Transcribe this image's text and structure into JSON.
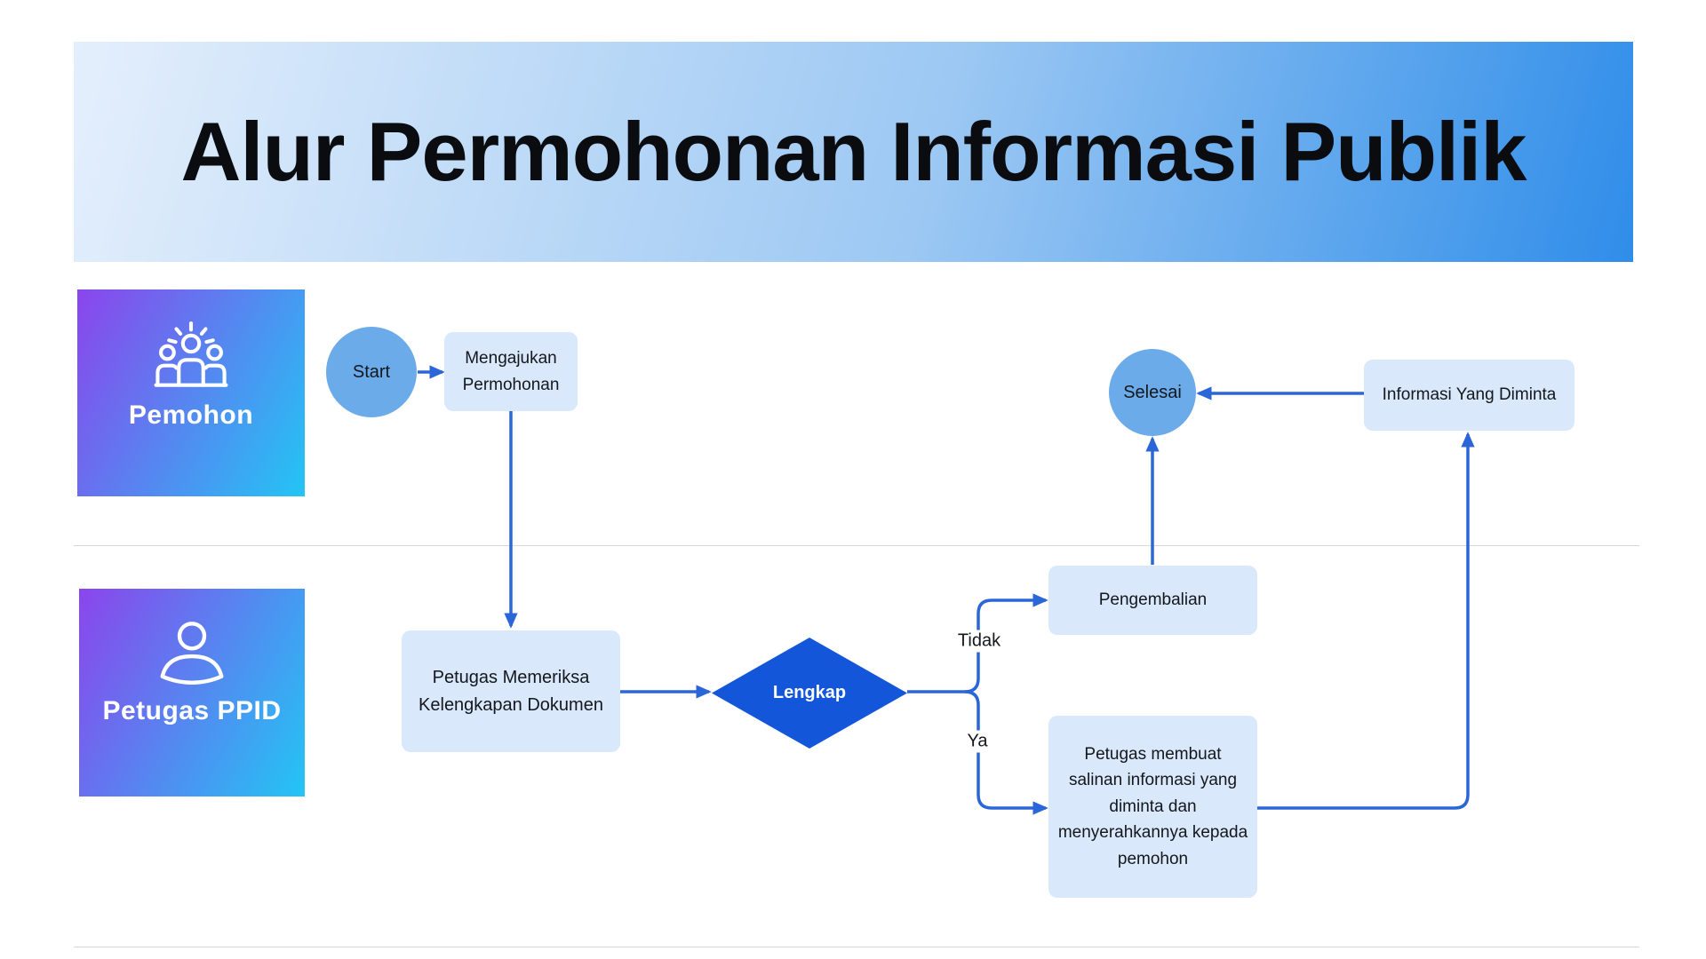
{
  "page": {
    "title": "Alur Permohonan Informasi Publik"
  },
  "lanes": [
    {
      "id": "pemohon",
      "label": "Pemohon",
      "icon": "people-group-icon"
    },
    {
      "id": "petugas-ppid",
      "label": "Petugas PPID",
      "icon": "person-icon"
    }
  ],
  "nodes": {
    "start": {
      "label": "Start",
      "shape": "circle"
    },
    "mengajukan": {
      "label": "Mengajukan Permohonan",
      "shape": "process"
    },
    "memeriksa": {
      "label": "Petugas Memeriksa Kelengkapan Dokumen",
      "shape": "process"
    },
    "lengkap": {
      "label": "Lengkap",
      "shape": "decision"
    },
    "pengembalian": {
      "label": "Pengembalian",
      "shape": "process"
    },
    "salinan": {
      "label": "Petugas membuat salinan informasi yang diminta dan menyerahkannya kepada pemohon",
      "shape": "process"
    },
    "selesai": {
      "label": "Selesai",
      "shape": "circle"
    },
    "informasi": {
      "label": "Informasi Yang Diminta",
      "shape": "process"
    }
  },
  "edge_labels": {
    "tidak": "Tidak",
    "ya": "Ya"
  },
  "colors": {
    "header-grad-start": "#e4effc",
    "header-grad-mid": "#9cc8f3",
    "header-grad-end": "#2f8de9",
    "card-grad-start": "#8b45ec",
    "card-grad-end": "#23c5f4",
    "node-fill": "#d9e8fb",
    "circle-fill": "#6cabea",
    "decision-fill": "#1356d9",
    "line": "#2b66d9",
    "divider": "#d8d8d8",
    "text-dark": "#14171c",
    "text-light": "#ffffff",
    "page-bg": "#ffffff"
  }
}
